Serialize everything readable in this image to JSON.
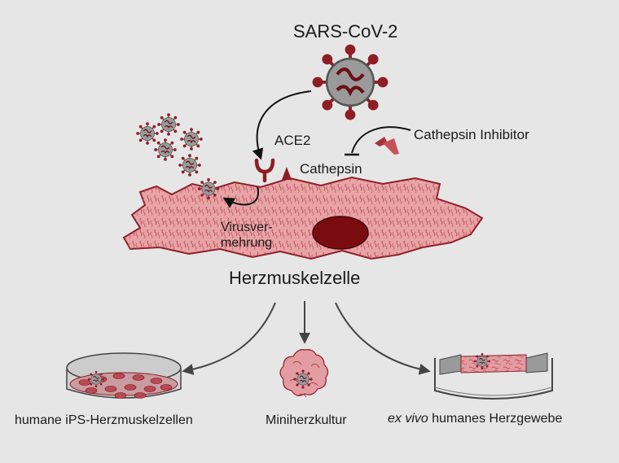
{
  "title": "SARS-CoV-2",
  "labels": {
    "receptor": "ACE2",
    "protease": "Cathepsin",
    "inhibitor": "Cathepsin Inhibitor",
    "replication_line1": "Virusver-",
    "replication_line2": "mehrung",
    "cell": "Herzmuskelzelle"
  },
  "models": [
    {
      "label": "humane iPS-Herzmuskelzellen"
    },
    {
      "label": "Miniherzkultur"
    },
    {
      "label_italic": "ex vivo",
      "label_rest": " humanes Herzgewebe"
    }
  ],
  "colors": {
    "background": "#e6e6e6",
    "cell_fill": "#e8a3a6",
    "cell_stripe": "#b0444c",
    "nucleus": "#7a0c10",
    "virus_red": "#8e1e26",
    "virus_grey": "#9a9a9a",
    "arrow": "#444444"
  },
  "icons": {
    "virus": "sars-cov-2-virion-icon",
    "receptor": "ace2-receptor-icon",
    "inhibitor": "cathepsin-inhibitor-icon"
  }
}
